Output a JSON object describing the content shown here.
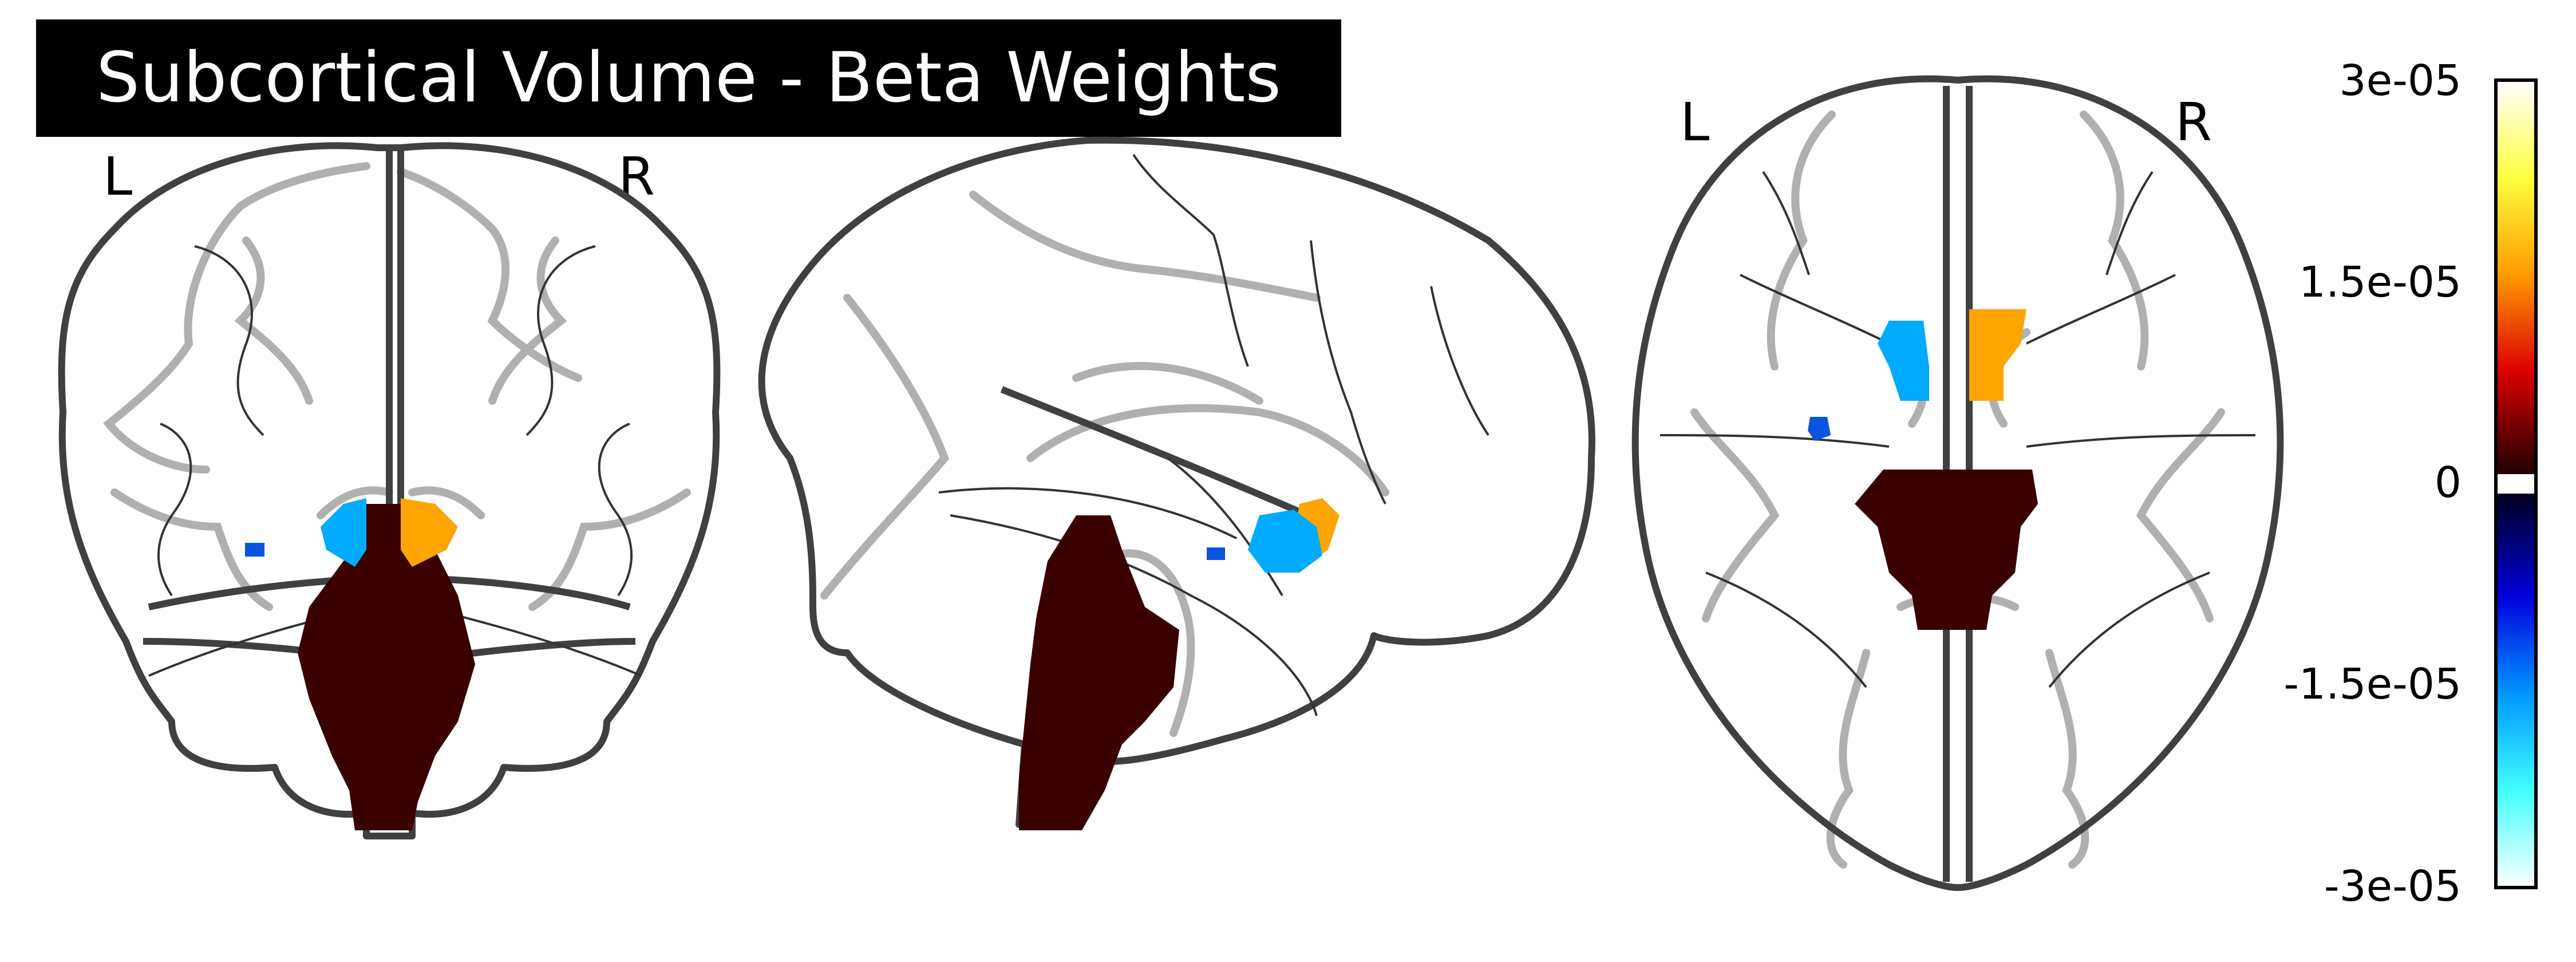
{
  "title": "Subcortical Volume - Beta Weights",
  "views": {
    "coronal": {
      "left_label": "L",
      "right_label": "R"
    },
    "axial": {
      "left_label": "L",
      "right_label": "R"
    }
  },
  "colorbar": {
    "vmin": -3e-05,
    "vmax": 3e-05,
    "ticks": [
      {
        "value": 3e-05,
        "label": "3e-05"
      },
      {
        "value": 1.5e-05,
        "label": "1.5e-05"
      },
      {
        "value": 0,
        "label": "0"
      },
      {
        "value": -1.5e-05,
        "label": "-1.5e-05"
      },
      {
        "value": -3e-05,
        "label": "-3e-05"
      }
    ]
  },
  "colors": {
    "brainstem": "#3a0000",
    "positive_region": "#ffa500",
    "negative_region": "#00aaff",
    "small_negative_region": "#0a55e0",
    "outline": "#404040",
    "gray_outline": "#b0b0b0"
  }
}
